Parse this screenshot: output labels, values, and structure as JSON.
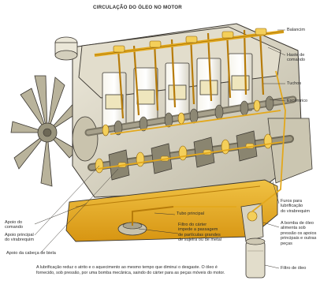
{
  "title": "CIRCULAÇÃO DO ÓLEO NO MOTOR",
  "labels": {
    "balancim": "Balancim",
    "haste_comando_1": "Haste de",
    "haste_comando_2": "comando",
    "tuchos": "Tuchos",
    "excentrico": "Excêntrico",
    "apoio_comando_1": "Apoio do",
    "apoio_comando_2": "comando",
    "apoio_principal_1": "Apoio principal",
    "apoio_principal_2": "do virabrequim",
    "apoio_cabeca_biela": "Apoio da cabeça de biela",
    "tubo_principal": "Tubo principal",
    "filtro_carter_1": "Filtro do cárter",
    "filtro_carter_2": "impede a passagem",
    "filtro_carter_3": "de partículas grandes",
    "filtro_carter_4": "de sujeira ou de metal",
    "furos_lubrificacao_1": "Furos para",
    "furos_lubrificacao_2": "lubrificação",
    "furos_lubrificacao_3": "do virabrequim",
    "bomba_oleo_1": "A bomba de óleo",
    "bomba_oleo_2": "alimenta sob",
    "bomba_oleo_3": "pressão os apoios",
    "bomba_oleo_4": "principais e outras",
    "bomba_oleo_5": "peças",
    "filtro_oleo": "Filtro de óleo"
  },
  "caption": "A lubrificação reduz o atrito e o aquecimento ao mesmo tempo que diminui o desgaste. O óleo é fornecido, sob pressão, por uma bomba mecânica, saindo do cárter para as peças móveis do motor.",
  "colors": {
    "oil": "#e3a81c",
    "oil_light": "#f4cf5a",
    "metal": "#d8d4c4",
    "outline": "#3a3630"
  }
}
